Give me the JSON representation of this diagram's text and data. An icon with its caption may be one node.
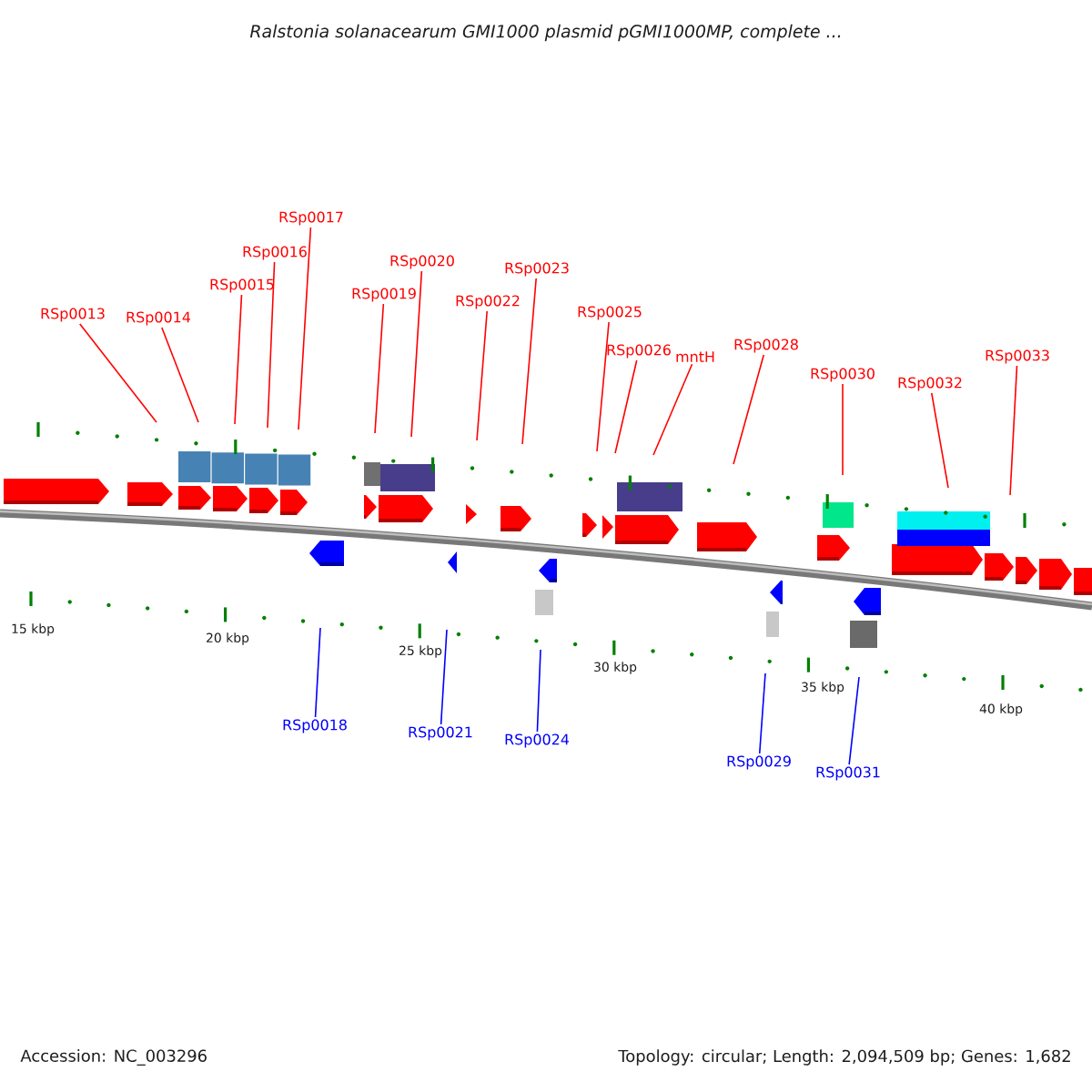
{
  "diagram": {
    "title": "Ralstonia solanacearum GMI1000 plasmid pGMI1000MP, complete ...",
    "nodes": [
      {
        "text": [
          "RSp0013"
        ]
      },
      {
        "text": [
          "RSp0014"
        ]
      },
      {
        "text": [
          "RSp0015"
        ]
      },
      {
        "text": [
          "RSp0016"
        ]
      },
      {
        "text": [
          "RSp0017"
        ]
      },
      {
        "text": [
          "RSp0019"
        ]
      },
      {
        "text": [
          "RSp0020"
        ]
      },
      {
        "text": [
          "RSp0022"
        ]
      },
      {
        "text": [
          "RSp0023"
        ]
      },
      {
        "text": [
          "RSp0025"
        ]
      },
      {
        "text": [
          "RSp0026"
        ]
      },
      {
        "text": [
          "mntH"
        ]
      },
      {
        "text": [
          "RSp0028"
        ]
      },
      {
        "text": [
          "RSp0030"
        ]
      },
      {
        "text": [
          "RSp0032"
        ]
      },
      {
        "text": [
          "RSp0033"
        ]
      },
      {
        "text": [
          "RSp0018"
        ]
      },
      {
        "text": [
          "RSp0021"
        ]
      },
      {
        "text": [
          "RSp0024"
        ]
      },
      {
        "text": [
          "RSp0029"
        ]
      },
      {
        "text": [
          "RSp0031"
        ]
      }
    ],
    "edges": [
      {
        "from": 0,
        "to": null,
        "arrow": "none"
      },
      {
        "from": 1,
        "to": null,
        "arrow": "none"
      },
      {
        "from": 2,
        "to": null,
        "arrow": "none"
      },
      {
        "from": 3,
        "to": null,
        "arrow": "none"
      },
      {
        "from": 4,
        "to": null,
        "arrow": "none"
      },
      {
        "from": 5,
        "to": null,
        "arrow": "none"
      },
      {
        "from": 6,
        "to": null,
        "arrow": "none"
      },
      {
        "from": 7,
        "to": null,
        "arrow": "none"
      },
      {
        "from": 8,
        "to": null,
        "arrow": "none"
      },
      {
        "from": 9,
        "to": null,
        "arrow": "none"
      },
      {
        "from": 10,
        "to": null,
        "arrow": "none"
      },
      {
        "from": 11,
        "to": null,
        "arrow": "none"
      },
      {
        "from": 12,
        "to": null,
        "arrow": "none"
      },
      {
        "from": 13,
        "to": null,
        "arrow": "none"
      },
      {
        "from": 14,
        "to": null,
        "arrow": "none"
      },
      {
        "from": 15,
        "to": null,
        "arrow": "none"
      },
      {
        "from": 16,
        "to": null,
        "arrow": "none",
        "color": "#0000ff"
      },
      {
        "from": 17,
        "to": null,
        "arrow": "none",
        "color": "#0000ff"
      },
      {
        "from": 18,
        "to": null,
        "arrow": "none",
        "color": "#0000ff"
      },
      {
        "from": 19,
        "to": null,
        "arrow": "none",
        "color": "#0000ff"
      },
      {
        "from": 20,
        "to": null,
        "arrow": "none",
        "color": "#0000ff"
      }
    ],
    "labels": [
      "15 kbp",
      "20 kbp",
      "25 kbp",
      "30 kbp",
      "35 kbp",
      "40 kbp",
      "Accession: NC_003296",
      "Topology: circular; Length: 2,094,509 bp; Genes: 1,682"
    ]
  }
}
